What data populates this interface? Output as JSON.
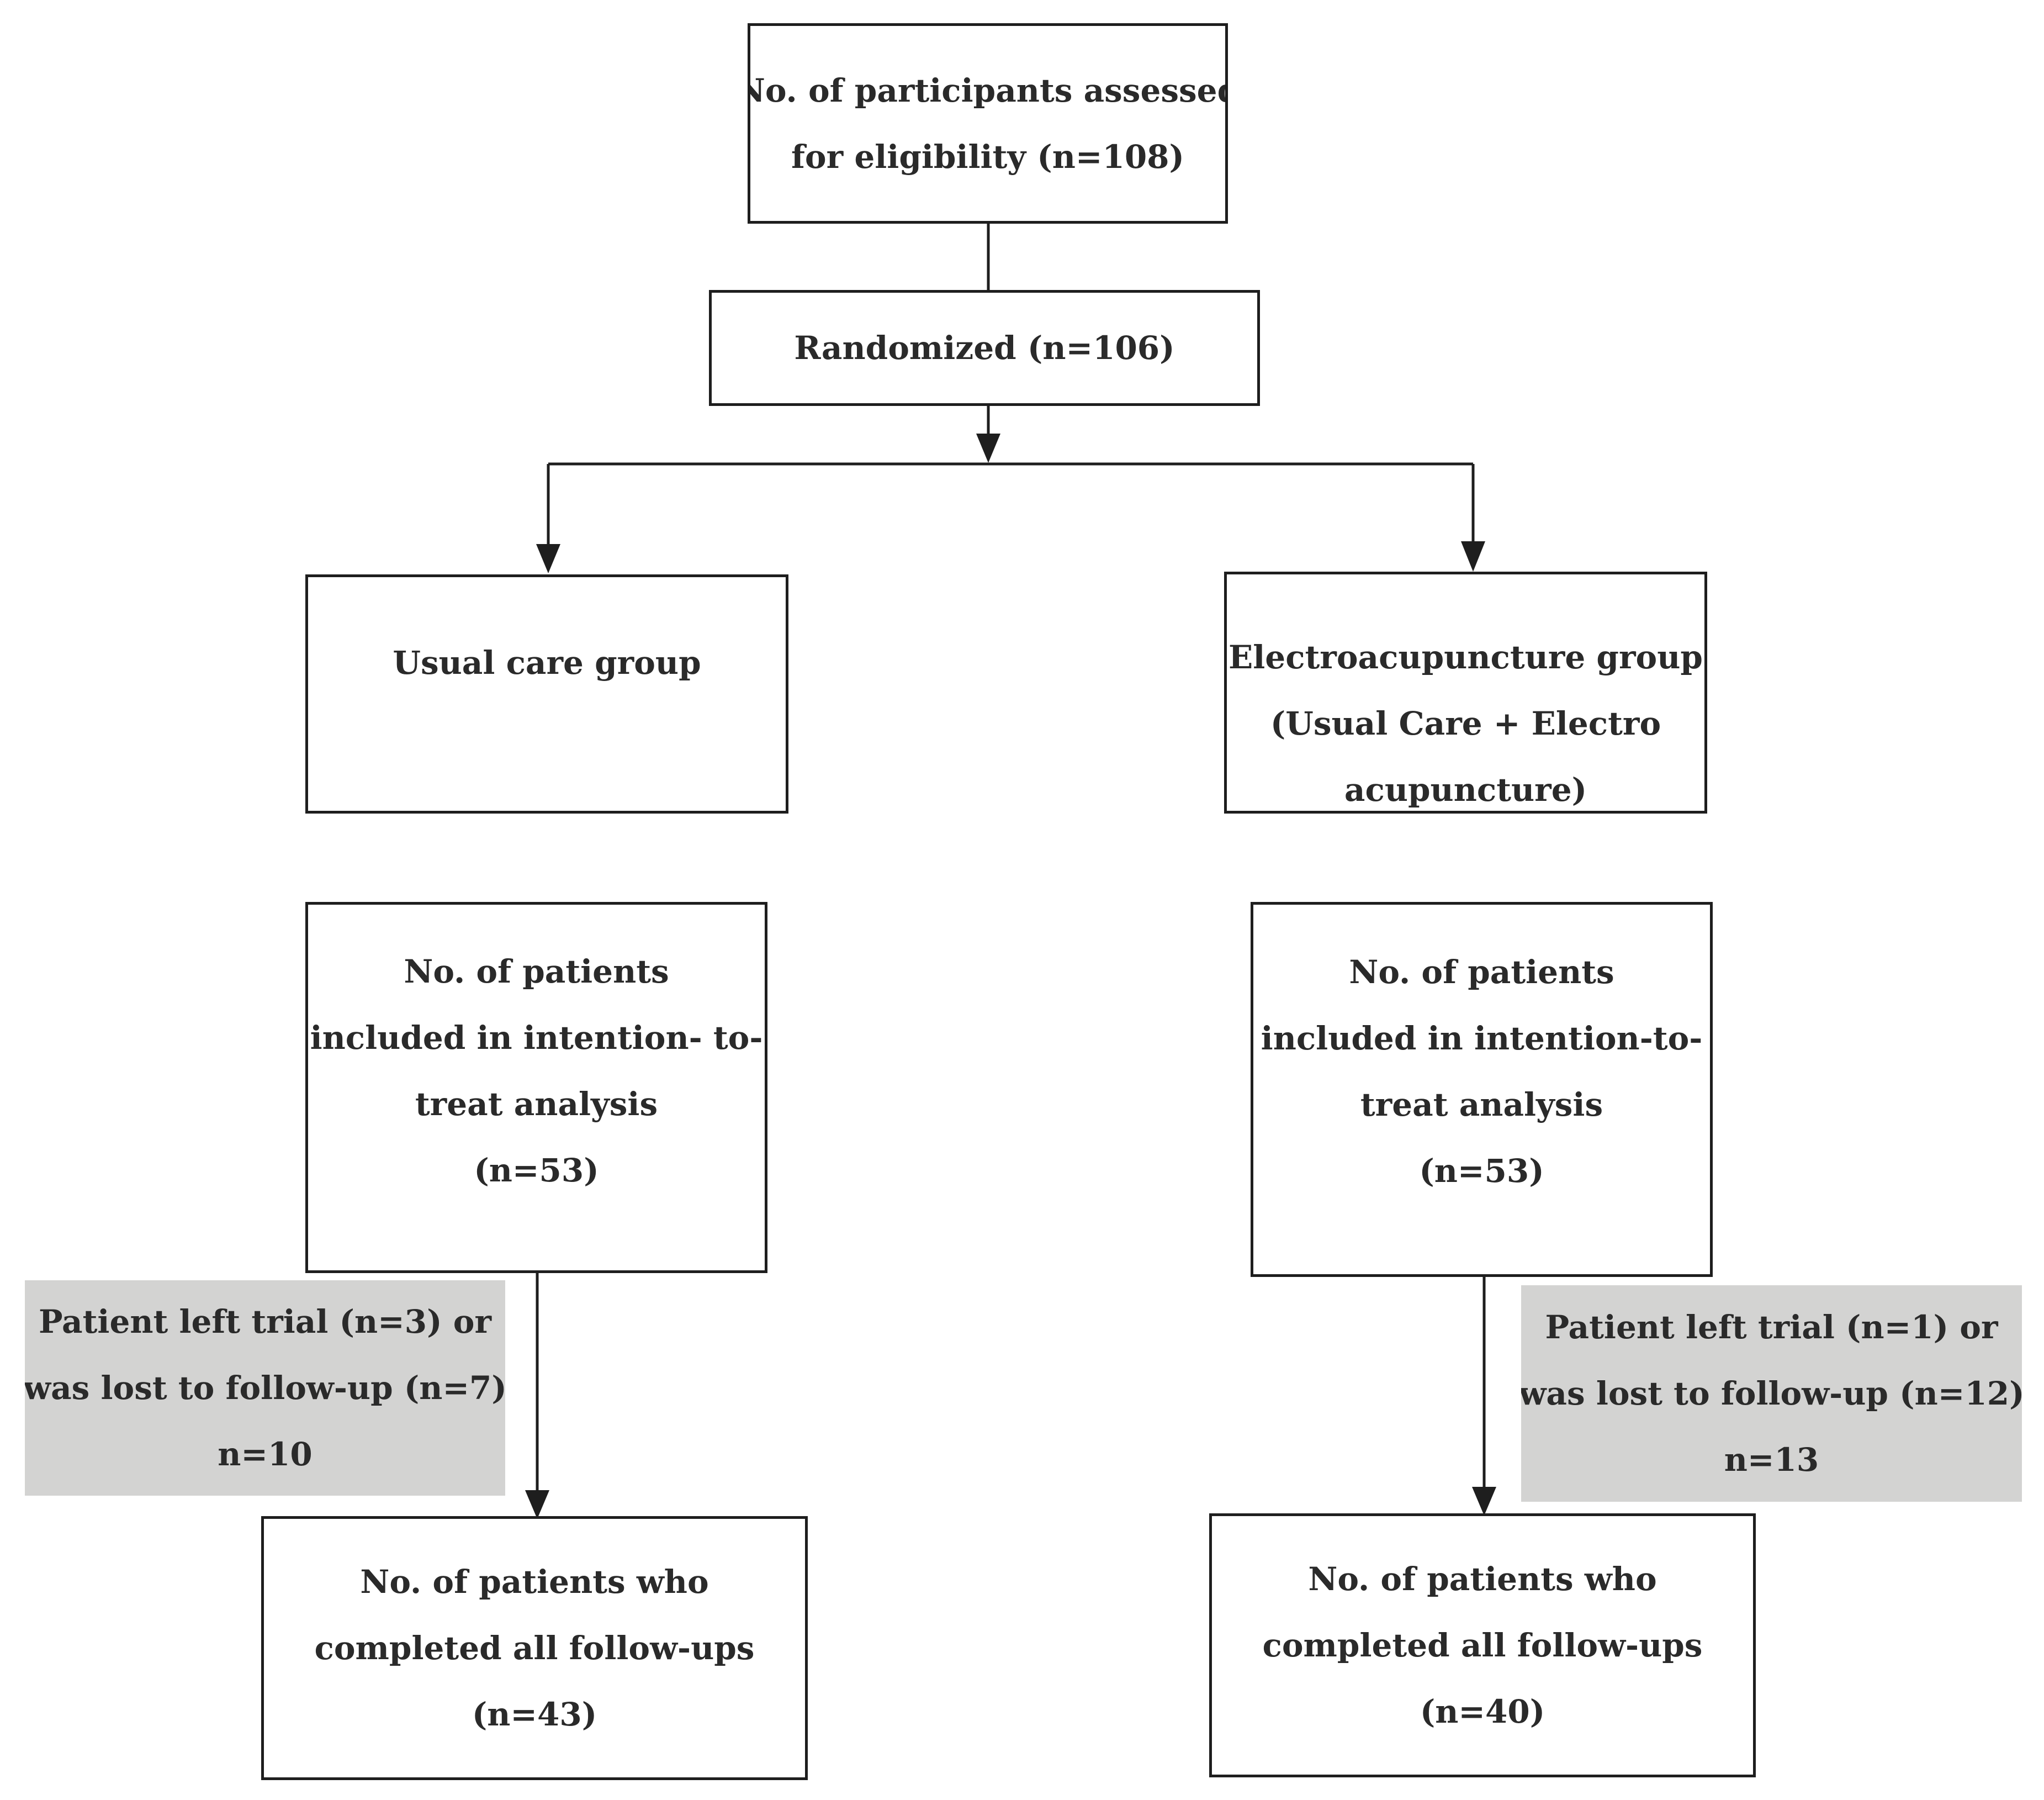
{
  "colors": {
    "line": "#1e1e1e",
    "text": "#2a2a2a",
    "exclusion_fill": "#d3d3d2"
  },
  "nodes": {
    "assessed": {
      "lines": [
        "No. of participants assessed",
        "for eligibility (n=108)"
      ]
    },
    "randomized": {
      "lines": [
        "Randomized (n=106)"
      ]
    },
    "usual_care": {
      "lines": [
        "Usual care group"
      ]
    },
    "electro": {
      "lines": [
        "Electroacupuncture group",
        "(Usual Care + Electro",
        "acupuncture)"
      ]
    },
    "itt_usual": {
      "lines": [
        "No. of patients",
        "included in intention- to-",
        "treat analysis",
        "(n=53)"
      ]
    },
    "itt_electro": {
      "lines": [
        "No. of patients",
        "included in intention-to-",
        "treat analysis",
        "(n=53)"
      ]
    },
    "lost_usual": {
      "lines": [
        "Patient left trial (n=3) or",
        "was lost to follow-up (n=7)",
        "n=10"
      ]
    },
    "lost_electro": {
      "lines": [
        "Patient left trial (n=1) or",
        "was lost to follow-up (n=12)",
        "n=13"
      ]
    },
    "completed_usual": {
      "lines": [
        "No. of patients who",
        "completed all follow-ups",
        "(n=43)"
      ]
    },
    "completed_electro": {
      "lines": [
        "No. of patients who",
        "completed all follow-ups",
        "(n=40)"
      ]
    }
  }
}
